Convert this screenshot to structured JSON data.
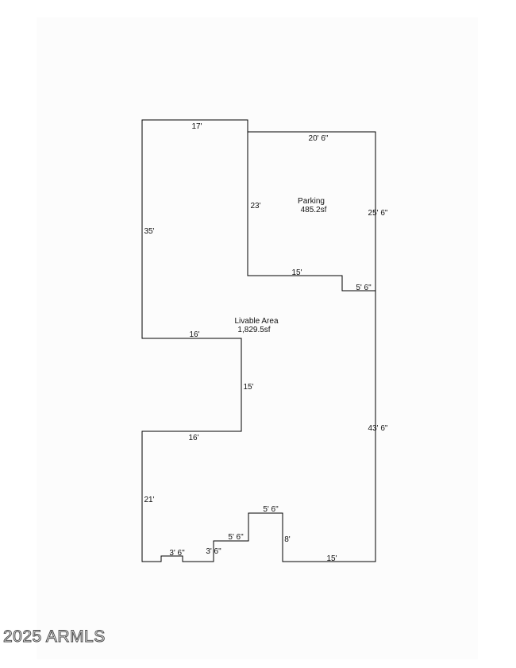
{
  "areas": {
    "parking": {
      "label": "Parking",
      "area": "485.2sf"
    },
    "livable": {
      "label": "Livable Area",
      "area": "1,829.5sf"
    }
  },
  "dimensions": {
    "top_left": "17'",
    "top_right": "20' 6\"",
    "parking_left": "23'",
    "right_upper": "25' 6\"",
    "left_upper": "35'",
    "parking_bottom": "15'",
    "step_right": "5' 6\"",
    "mid_top": "16'",
    "mid_vertical": "15'",
    "right_lower": "43' 6\"",
    "mid_bottom": "16'",
    "left_lower": "21'",
    "bottom_step_top": "5' 6\"",
    "bottom_step_right": "8'",
    "bottom_step_mid": "5' 6\"",
    "bottom_notch": "3' 6\"",
    "bottom_small_step": "3' 6\"",
    "bottom_right": "15'"
  },
  "watermark": "2025 ARMLS"
}
